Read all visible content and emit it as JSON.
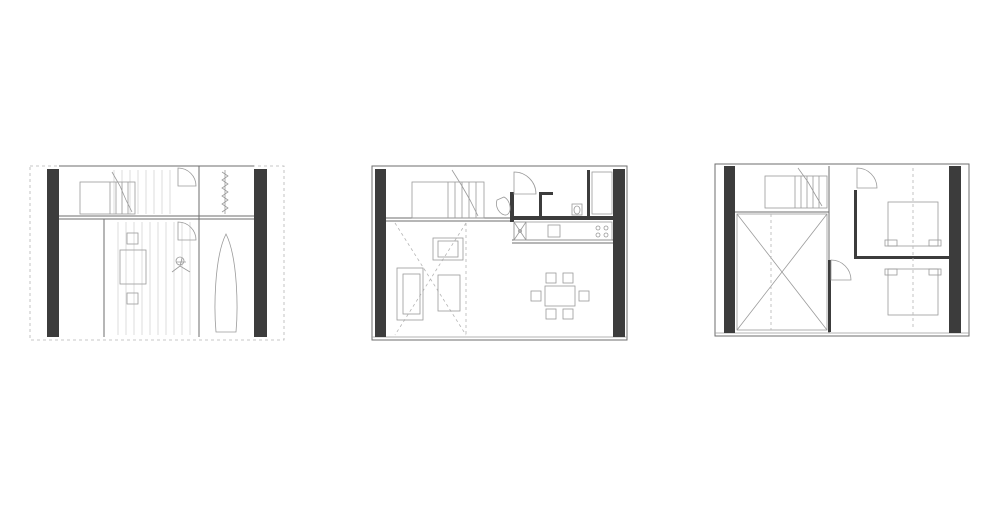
{
  "drawing": {
    "kind": "architectural floor plans",
    "plan_count": 3,
    "plans": [
      {
        "name": "ground-level-plan",
        "features": [
          "deck",
          "stair",
          "table",
          "chairs",
          "figure",
          "boat",
          "doors"
        ]
      },
      {
        "name": "middle-level-plan",
        "features": [
          "stair",
          "living-area",
          "sofa",
          "dining-table",
          "kitchen",
          "bathroom",
          "doors"
        ]
      },
      {
        "name": "upper-level-plan",
        "features": [
          "stair",
          "void",
          "bedrooms",
          "beds",
          "doors"
        ]
      }
    ],
    "colors": {
      "background": "#ffffff",
      "wall": "#3c3c3c",
      "line": "#6e6e6e",
      "thin": "#9a9a9a",
      "dash": "#b5b5b5"
    }
  }
}
